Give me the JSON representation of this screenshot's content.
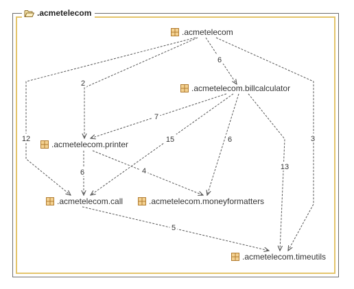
{
  "window": {
    "title": ".acmetelecom",
    "folder_icon": "package-folder-icon"
  },
  "colors": {
    "frame_border": "#e4c46a",
    "edge": "#555555",
    "package_icon_fill": "#f3d191",
    "package_icon_stroke": "#b07a2e"
  },
  "diagram": {
    "node_icon": "package-icon",
    "nodes": [
      {
        "id": "root",
        "label": ".acmetelecom"
      },
      {
        "id": "billcalculator",
        "label": ".acmetelecom.billcalculator"
      },
      {
        "id": "printer",
        "label": ".acmetelecom.printer"
      },
      {
        "id": "call",
        "label": ".acmetelecom.call"
      },
      {
        "id": "moneyformatters",
        "label": ".acmetelecom.moneyformatters"
      },
      {
        "id": "timeutils",
        "label": ".acmetelecom.timeutils"
      }
    ],
    "edges": [
      {
        "from": "root",
        "to": "billcalculator",
        "label": "6"
      },
      {
        "from": "root",
        "to": "printer",
        "label": "2"
      },
      {
        "from": "root",
        "to": "call",
        "label": "12"
      },
      {
        "from": "root",
        "to": "timeutils",
        "label": "3"
      },
      {
        "from": "billcalculator",
        "to": "printer",
        "label": "7"
      },
      {
        "from": "billcalculator",
        "to": "call",
        "label": "15"
      },
      {
        "from": "billcalculator",
        "to": "moneyformatters",
        "label": "6"
      },
      {
        "from": "billcalculator",
        "to": "timeutils",
        "label": "13"
      },
      {
        "from": "printer",
        "to": "call",
        "label": "6"
      },
      {
        "from": "printer",
        "to": "moneyformatters",
        "label": "4"
      },
      {
        "from": "call",
        "to": "timeutils",
        "label": "5"
      }
    ]
  }
}
